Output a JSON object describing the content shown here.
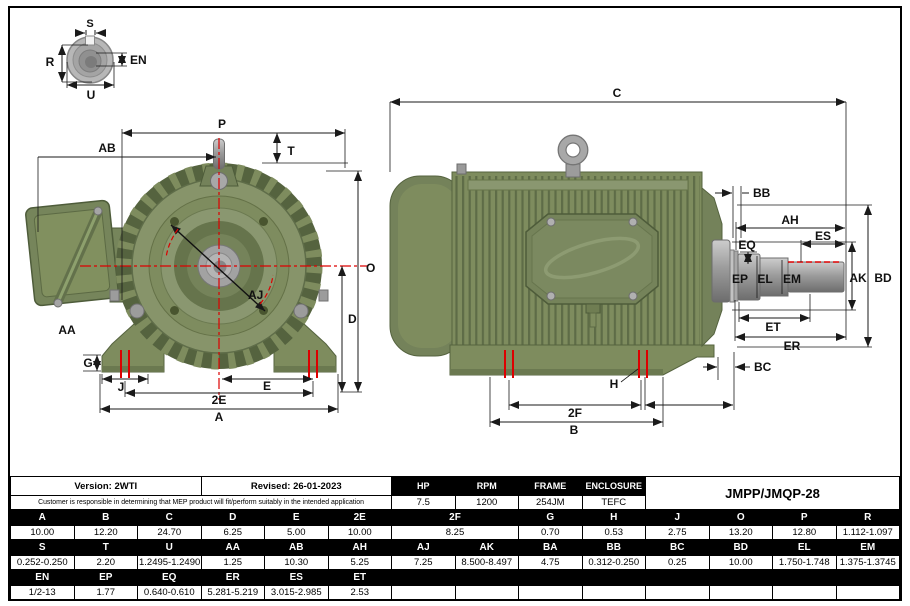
{
  "sheet": {
    "version": "Version: 2WTI",
    "revised": "Revised: 26-01-2023",
    "disclaimer": "Customer is responsible in determining that MEP product will fit/perform suitably in the intended application",
    "model": "JMPP/JMQP-28",
    "specs": [
      {
        "label": "HP",
        "value": "7.5"
      },
      {
        "label": "RPM",
        "value": "1200"
      },
      {
        "label": "FRAME",
        "value": "254JM"
      },
      {
        "label": "ENCLOSURE",
        "value": "TEFC"
      }
    ]
  },
  "dims_table": {
    "columns": 14,
    "rows": [
      [
        {
          "h": "A",
          "v": "10.00"
        },
        {
          "h": "B",
          "v": "12.20"
        },
        {
          "h": "C",
          "v": "24.70"
        },
        {
          "h": "D",
          "v": "6.25"
        },
        {
          "h": "E",
          "v": "5.00"
        },
        {
          "h": "2E",
          "v": "10.00"
        },
        {
          "h": "2F",
          "v": "8.25",
          "span": 2
        },
        {
          "h": "G",
          "v": "0.70"
        },
        {
          "h": "H",
          "v": "0.53"
        },
        {
          "h": "J",
          "v": "2.75"
        },
        {
          "h": "O",
          "v": "13.20"
        },
        {
          "h": "P",
          "v": "12.80"
        },
        {
          "h": "R",
          "v": "1.112-1.097"
        }
      ],
      [
        {
          "h": "S",
          "v": "0.252-0.250"
        },
        {
          "h": "T",
          "v": "2.20"
        },
        {
          "h": "U",
          "v": "1.2495-1.2490"
        },
        {
          "h": "AA",
          "v": "1.25"
        },
        {
          "h": "AB",
          "v": "10.30"
        },
        {
          "h": "AH",
          "v": "5.25"
        },
        {
          "h": "AJ",
          "v": "7.25"
        },
        {
          "h": "AK",
          "v": "8.500-8.497"
        },
        {
          "h": "BA",
          "v": "4.75"
        },
        {
          "h": "BB",
          "v": "0.312-0.250"
        },
        {
          "h": "BC",
          "v": "0.25"
        },
        {
          "h": "BD",
          "v": "10.00"
        },
        {
          "h": "EL",
          "v": "1.750-1.748"
        },
        {
          "h": "EM",
          "v": "1.375-1.3745"
        }
      ],
      [
        {
          "h": "EN",
          "v": "1/2-13"
        },
        {
          "h": "EP",
          "v": "1.77"
        },
        {
          "h": "EQ",
          "v": "0.640-0.610"
        },
        {
          "h": "ER",
          "v": "5.281-5.219"
        },
        {
          "h": "ES",
          "v": "3.015-2.985"
        },
        {
          "h": "ET",
          "v": "2.53"
        },
        {
          "h": "",
          "v": ""
        },
        {
          "h": "",
          "v": ""
        },
        {
          "h": "",
          "v": ""
        },
        {
          "h": "",
          "v": ""
        },
        {
          "h": "",
          "v": ""
        },
        {
          "h": "",
          "v": ""
        },
        {
          "h": "",
          "v": ""
        },
        {
          "h": "",
          "v": ""
        }
      ]
    ]
  },
  "drawing": {
    "colors": {
      "motor_green": "#7E8C5E",
      "motor_green_dark": "#55633F",
      "motor_green_light": "#8A9770",
      "metal_gray": "#9C9C9C",
      "centerline_red": "#DD0000",
      "dim_line": "#1A1A1A",
      "table_header_bg": "#000000"
    },
    "labels": {
      "s": "S",
      "r": "R",
      "en": "EN",
      "u": "U",
      "p": "P",
      "t": "T",
      "ab": "AB",
      "o": "O",
      "d": "D",
      "aj": "AJ",
      "aa": "AA",
      "g": "G",
      "j": "J",
      "e": "E",
      "e2": "2E",
      "a": "A",
      "c": "C",
      "bb": "BB",
      "ah": "AH",
      "eq": "EQ",
      "es": "ES",
      "ep": "EP",
      "el": "EL",
      "em": "EM",
      "ak": "AK",
      "bd": "BD",
      "et": "ET",
      "er": "ER",
      "bc": "BC",
      "h": "H",
      "f2": "2F",
      "b": "B"
    }
  }
}
